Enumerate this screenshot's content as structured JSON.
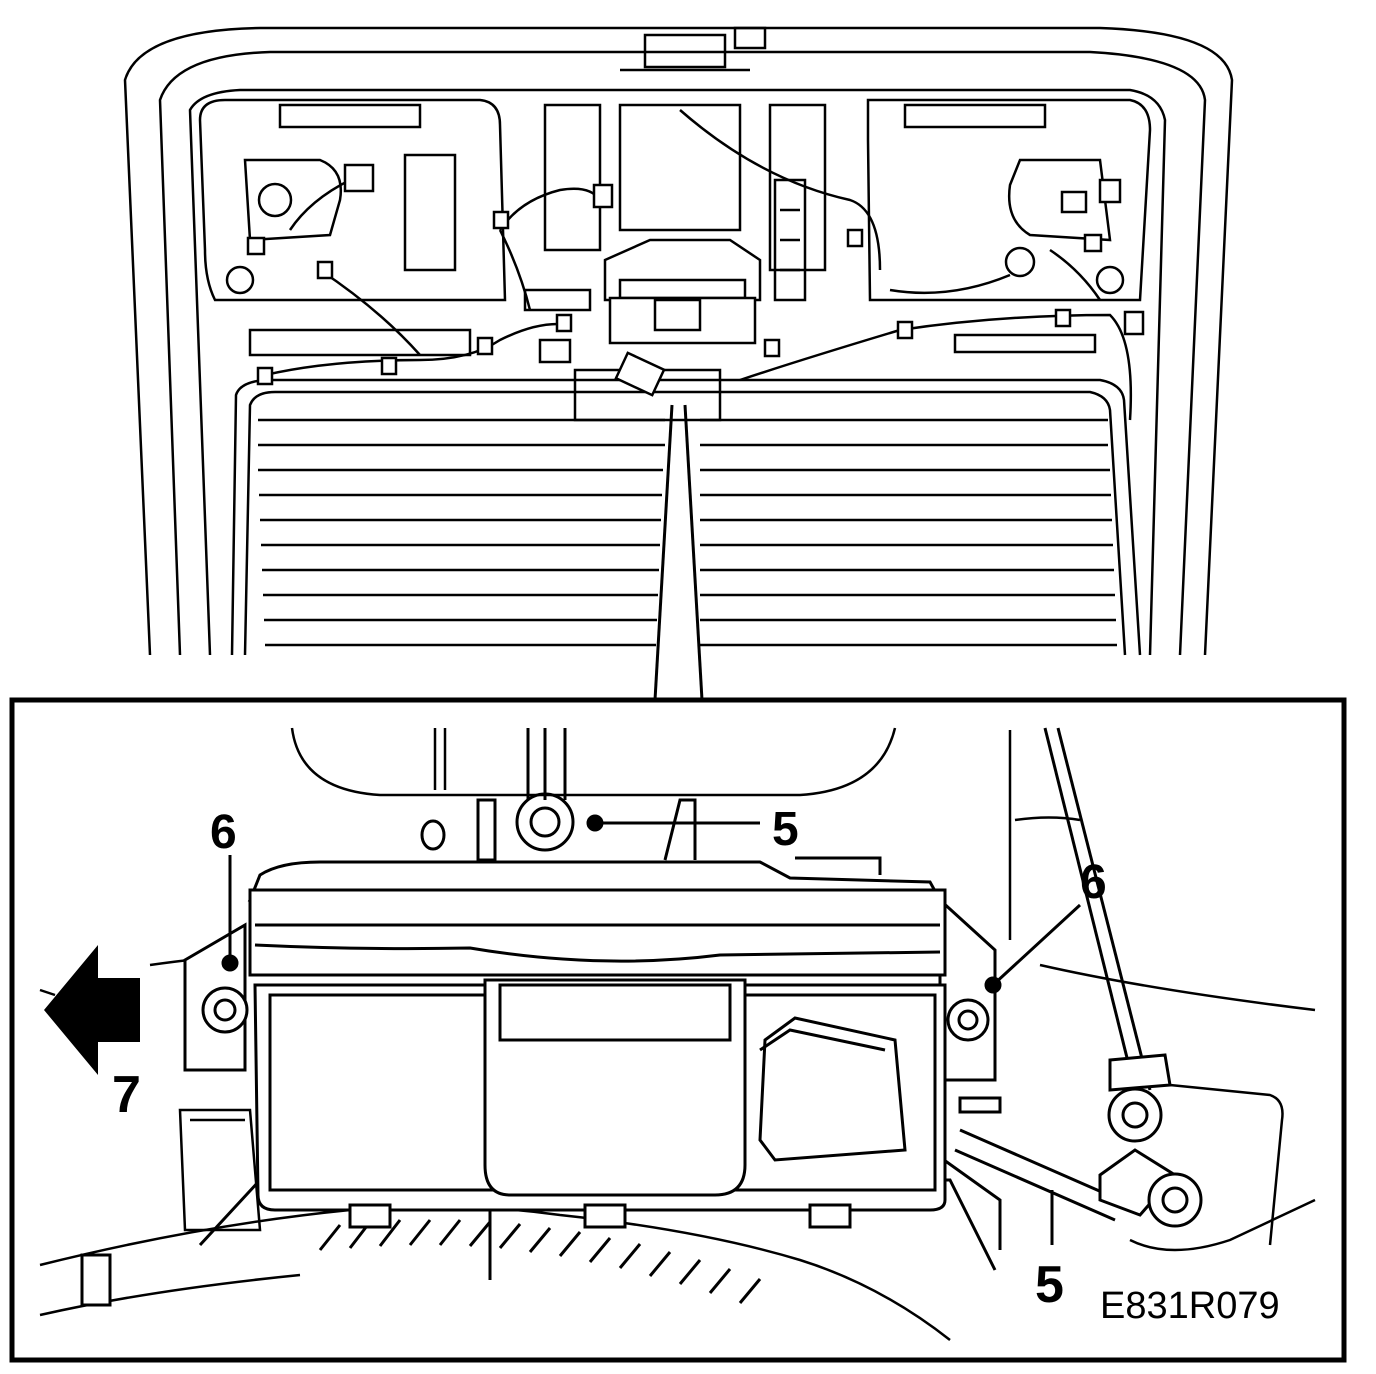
{
  "callouts": {
    "top_5": "5",
    "left_6": "6",
    "right_6": "6",
    "arrow_7": "7",
    "bottom_5": "5"
  },
  "figure_ref": "E831R079",
  "colors": {
    "ink": "#000000",
    "paper": "#ffffff"
  }
}
